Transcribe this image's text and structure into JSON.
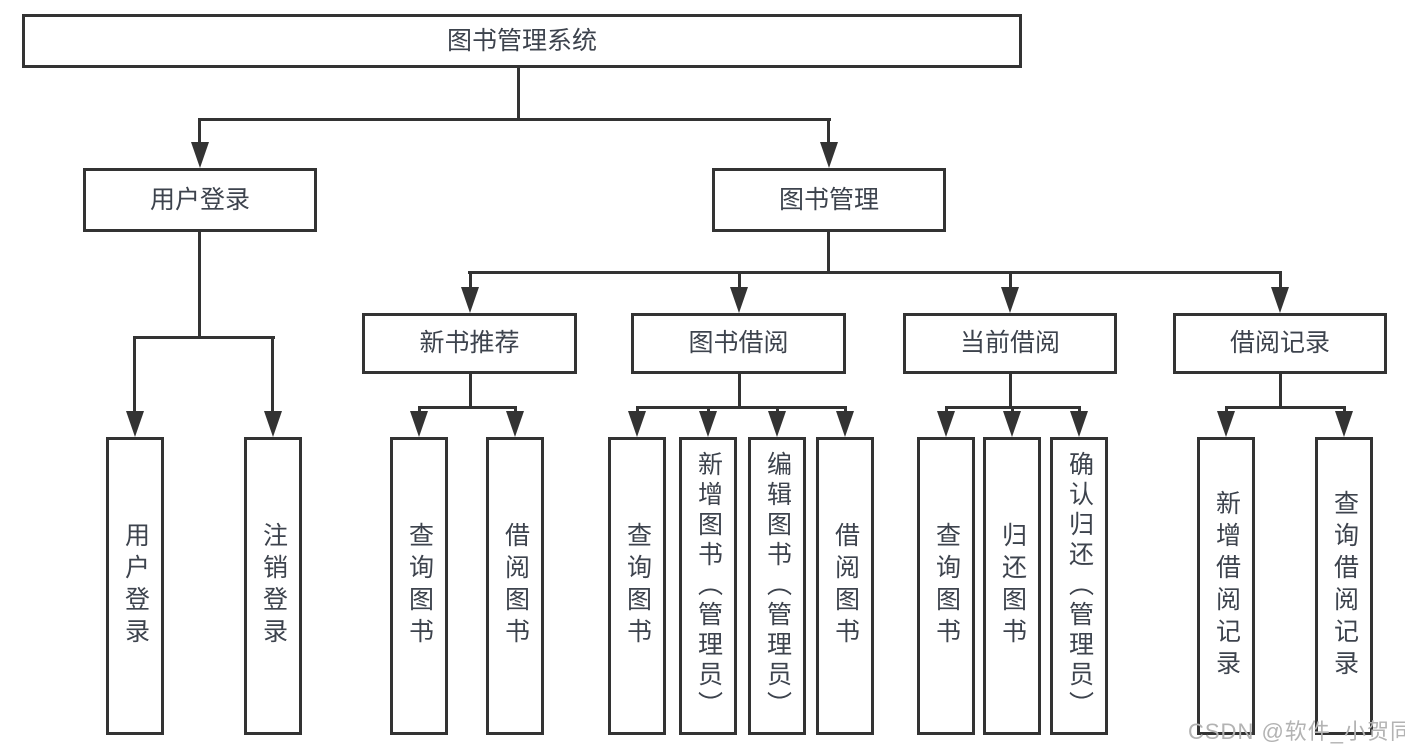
{
  "diagram": {
    "title": "图书管理系统",
    "tree": {
      "label": "图书管理系统",
      "children": [
        {
          "label": "用户登录",
          "children": [
            {
              "label": "用户登录"
            },
            {
              "label": "注销登录"
            }
          ]
        },
        {
          "label": "图书管理",
          "children": [
            {
              "label": "新书推荐",
              "children": [
                {
                  "label": "查询图书"
                },
                {
                  "label": "借阅图书"
                }
              ]
            },
            {
              "label": "图书借阅",
              "children": [
                {
                  "label": "查询图书"
                },
                {
                  "label": "新增图书（管理员）"
                },
                {
                  "label": "编辑图书（管理员）"
                },
                {
                  "label": "借阅图书"
                }
              ]
            },
            {
              "label": "当前借阅",
              "children": [
                {
                  "label": "查询图书"
                },
                {
                  "label": "归还图书"
                },
                {
                  "label": "确认归还（管理员）"
                }
              ]
            },
            {
              "label": "借阅记录",
              "children": [
                {
                  "label": "新增借阅记录"
                },
                {
                  "label": "查询借阅记录"
                }
              ]
            }
          ]
        }
      ]
    },
    "colors": {
      "box_border": "#333333",
      "connector": "#333333",
      "label_text": "#3d434d",
      "background": "#ffffff",
      "watermark_text": "#b3b3b3"
    }
  },
  "watermark": {
    "text": "CSDN @软件_小贺同学"
  }
}
